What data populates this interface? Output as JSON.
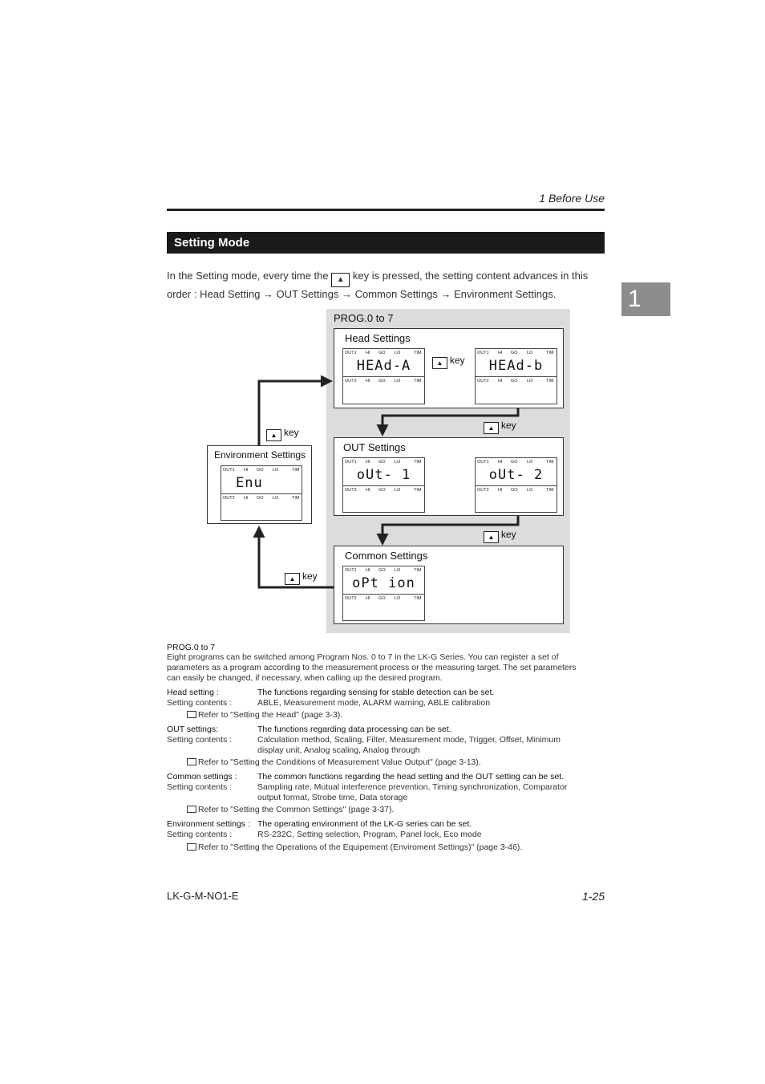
{
  "header": {
    "chapter": "1  Before Use"
  },
  "side_tab": "1",
  "section_title": "Setting Mode",
  "intro": {
    "part1": "In the Setting mode, every time the",
    "part2": "key is pressed, the setting content advances in this",
    "line2": "order : Head Setting → OUT Settings → Common Settings → Environment Settings."
  },
  "key_symbol": "▲",
  "diagram": {
    "prog_label": "PROG.0 to 7",
    "key_label": "key",
    "head_settings": {
      "label": "Head Settings",
      "display_a": "HEAd-A",
      "display_b": "HEAd-b"
    },
    "out_settings": {
      "label": "OUT Settings",
      "display_a": "oUt- 1",
      "display_b": "oUt- 2"
    },
    "common_settings": {
      "label": "Common Settings",
      "display": "oPt ion"
    },
    "environment_settings": {
      "label": "Environment Settings",
      "display": "Enu"
    },
    "indicator_labels": {
      "out1": "OUT1",
      "out2": "OUT2",
      "hi": "HI",
      "go": "GO",
      "lo": "LO",
      "tim": "TIM"
    }
  },
  "prog_section": {
    "title": "PROG.0 to 7",
    "lines": [
      "Eight programs can be switched among Program Nos. 0 to 7 in the LK-G Series. You can register a set of",
      "parameters as a program according to the measurement process or the measuring target. The set parameters",
      "can easily be changed, if necessary, when calling up the desired program."
    ]
  },
  "settings": [
    {
      "name": "Head setting :",
      "desc": "The functions regarding sensing for stable detection can be set.",
      "contents_label": "Setting contents :",
      "contents": [
        "ABLE, Measurement mode, ALARM warning, ABLE calibration"
      ],
      "ref": "Refer to \"Setting the Head\" (page 3-3)."
    },
    {
      "name": "OUT settings:",
      "desc": "The functions regarding data processing can be set.",
      "contents_label": "Setting contents :",
      "contents": [
        "Calculation method, Scaling, Filter, Measurement mode, Trigger, Offset, Minimum",
        "display unit, Analog scaling, Analog through"
      ],
      "ref": "Refer to \"Setting the Conditions of Measurement Value Output\" (page 3-13)."
    },
    {
      "name": "Common settings :",
      "desc": "The common functions regarding the head setting and the OUT setting can be set.",
      "contents_label": "Setting contents :",
      "contents": [
        "Sampling rate, Mutual interference prevention, Timing synchronization, Comparator",
        "output format, Strobe time, Data storage"
      ],
      "ref": "Refer to \"Setting the Common Settings\" (page 3-37)."
    },
    {
      "name": "Environment settings :",
      "desc": "The operating environment of the LK-G series can be set.",
      "contents_label": "Setting contents :",
      "contents": [
        "RS-232C, Setting selection, Program, Panel lock, Eco mode"
      ],
      "ref": "Refer to \"Setting the Operations of the Equipement (Enviroment Settings)\" (page 3-46)."
    }
  ],
  "footer": {
    "doc_id": "LK-G-M-NO1-E",
    "page": "1-25"
  }
}
